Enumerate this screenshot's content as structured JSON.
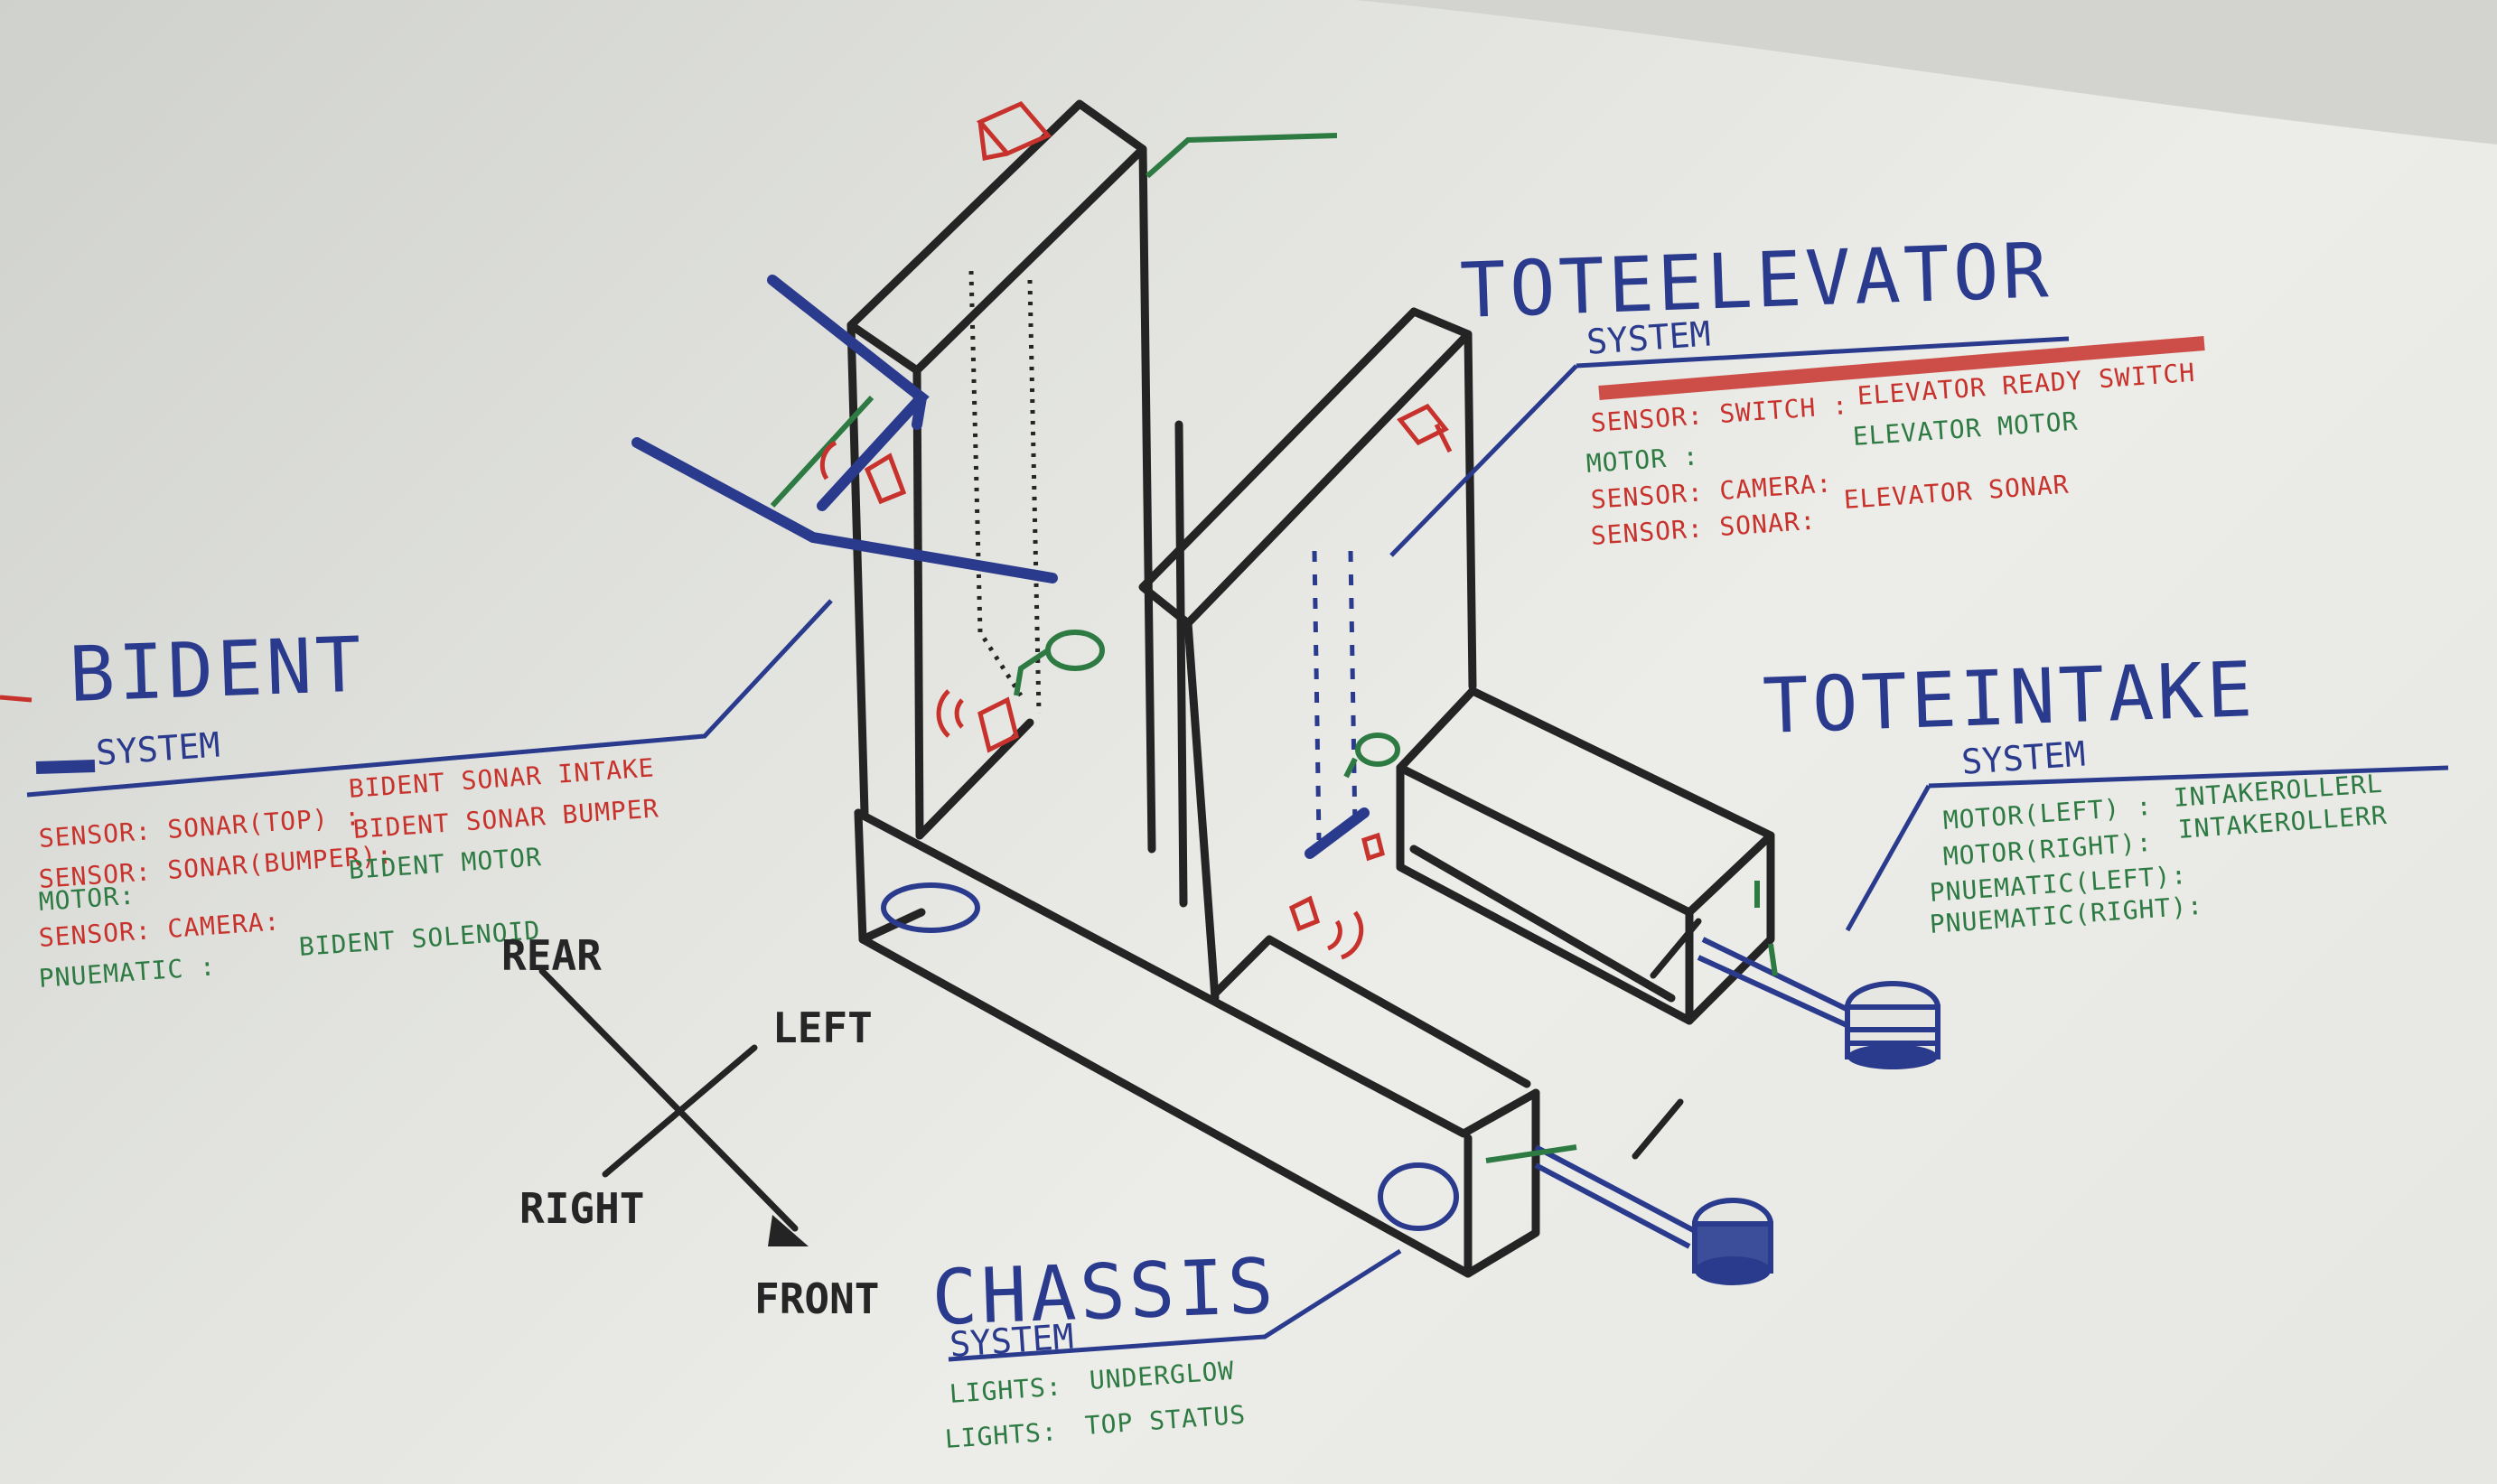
{
  "colors": {
    "ink_black": "#242424",
    "ink_blue": "#2a3a8c",
    "ink_red": "#c8322c",
    "ink_green": "#2e7a43"
  },
  "systems": {
    "tote_elevator": {
      "title": "TOTEELEVATOR",
      "subtitle": "SYSTEM",
      "rows": [
        {
          "label": "SENSOR: SWITCH :",
          "value": "ELEVATOR READY SWITCH"
        },
        {
          "label": "MOTOR :",
          "value": "ELEVATOR MOTOR"
        },
        {
          "label": "SENSOR: CAMERA:",
          "value": ""
        },
        {
          "label": "SENSOR: SONAR:",
          "value": "ELEVATOR SONAR"
        }
      ]
    },
    "bident": {
      "title": "BIDENT",
      "subtitle": "SYSTEM",
      "rows": [
        {
          "label": "SENSOR: SONAR(TOP) :",
          "value": "BIDENT SONAR INTAKE"
        },
        {
          "label": "SENSOR: SONAR(BUMPER):",
          "value": "BIDENT SONAR BUMPER"
        },
        {
          "label": "MOTOR:",
          "value": "BIDENT MOTOR"
        },
        {
          "label": "SENSOR: CAMERA:",
          "value": ""
        },
        {
          "label": "PNUEMATIC :",
          "value": "BIDENT SOLENOID"
        }
      ]
    },
    "tote_intake": {
      "title": "TOTEINTAKE",
      "subtitle": "SYSTEM",
      "rows": [
        {
          "label": "MOTOR(LEFT) :",
          "value": "INTAKEROLLERL"
        },
        {
          "label": "MOTOR(RIGHT):",
          "value": "INTAKEROLLERR"
        },
        {
          "label": "PNUEMATIC(LEFT):",
          "value": ""
        },
        {
          "label": "PNUEMATIC(RIGHT):",
          "value": ""
        }
      ]
    },
    "chassis": {
      "title": "CHASSIS",
      "subtitle": "SYSTEM",
      "rows": [
        {
          "label": "LIGHTS:",
          "value": "UNDERGLOW"
        },
        {
          "label": "LIGHTS:",
          "value": "TOP STATUS"
        }
      ]
    }
  },
  "directions": {
    "rear": "REAR",
    "left": "LEFT",
    "right": "RIGHT",
    "front": "FRONT"
  }
}
